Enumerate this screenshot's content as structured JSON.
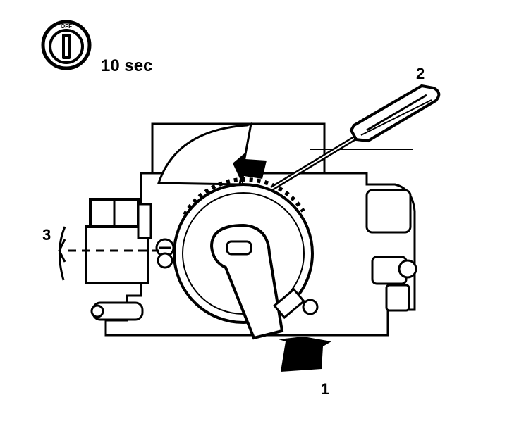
{
  "ignition": {
    "off_label": "OFF",
    "duration_label": "10 sec"
  },
  "callouts": [
    {
      "id": "1",
      "text": "1"
    },
    {
      "id": "2",
      "text": "2"
    },
    {
      "id": "3",
      "text": "3"
    }
  ],
  "colors": {
    "ink": "#000000",
    "paper": "#ffffff"
  },
  "icons": [
    "ignition-switch-icon",
    "screwdriver-icon",
    "eye-icon",
    "arrow-icon"
  ]
}
